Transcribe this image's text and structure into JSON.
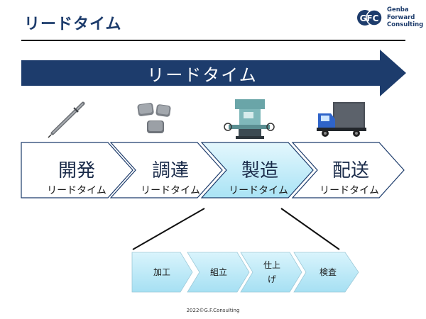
{
  "header": {
    "title": "リードタイム"
  },
  "logo": {
    "mark": "GFC",
    "lines": [
      "Genba",
      "Forward",
      "Consulting"
    ]
  },
  "banner": {
    "label": "リードタイム"
  },
  "stages": [
    {
      "title": "開発",
      "sub": "リードタイム",
      "icon": "mechanical-pencil-icon"
    },
    {
      "title": "調達",
      "sub": "リードタイム",
      "icon": "metal-parts-icon"
    },
    {
      "title": "製造",
      "sub": "リードタイム",
      "icon": "milling-machine-icon"
    },
    {
      "title": "配送",
      "sub": "リードタイム",
      "icon": "delivery-truck-icon"
    }
  ],
  "steps": [
    {
      "label": "加工"
    },
    {
      "label": "組立"
    },
    {
      "label": "仕上\nげ"
    },
    {
      "label": "検査"
    }
  ],
  "footer": {
    "copyright": "2022©G.F.Consulting"
  },
  "colors": {
    "navy": "#1d3c6c",
    "highlight": "#c9eef8",
    "stepFill": "#bfe9f7"
  }
}
